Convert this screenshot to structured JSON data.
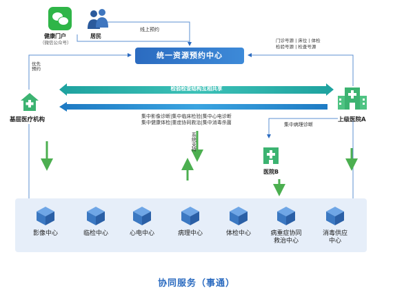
{
  "top_left": {
    "portal_name": "健康门户",
    "portal_sub": "（微信公众号）",
    "residents": "居民"
  },
  "center": {
    "title": "统一资源预约中心",
    "online_booking": "线上预约",
    "top_right_line1": "门诊号源 | 床位 | 体检",
    "top_right_line2": "检验号源 | 检查号源",
    "priority_booking": "优先预约"
  },
  "bands": {
    "upper_label": "检验检查结构互相共享"
  },
  "nodes": {
    "primary_care": "基层医疗机构",
    "upper_hospital": "上级医院A",
    "hospital_b": "医院B",
    "pathology_center_label": "集中病理诊断"
  },
  "center_list": {
    "line1": "集中影像诊断|集中临床检验|集中心电诊断",
    "line2": "集中健康体检|重症协同救治|集中消毒杀菌"
  },
  "vertical_labels": {
    "left_a": "",
    "left_b": "",
    "mid_a": "",
    "mid_b": "",
    "sys_support": "系统支持",
    "hosp_b_a": "",
    "hosp_b_b": "",
    "right_a": "",
    "right_b": ""
  },
  "centers": [
    {
      "name": "影像中心"
    },
    {
      "name": "临检中心"
    },
    {
      "name": "心电中心"
    },
    {
      "name": "病理中心"
    },
    {
      "name": "体检中心"
    },
    {
      "name": "病重症协同\n救治中心"
    },
    {
      "name": "消毒供应\n中心"
    }
  ],
  "caption": "协同服务（事通）",
  "colors": {
    "accent_blue": "#2b6bc0",
    "teal": "#1fa3a0",
    "hospital_green": "#3cb371",
    "cube_blue": "#3b78c2",
    "panel_bg": "#e6eef9",
    "wechat_green": "#2fb548"
  }
}
